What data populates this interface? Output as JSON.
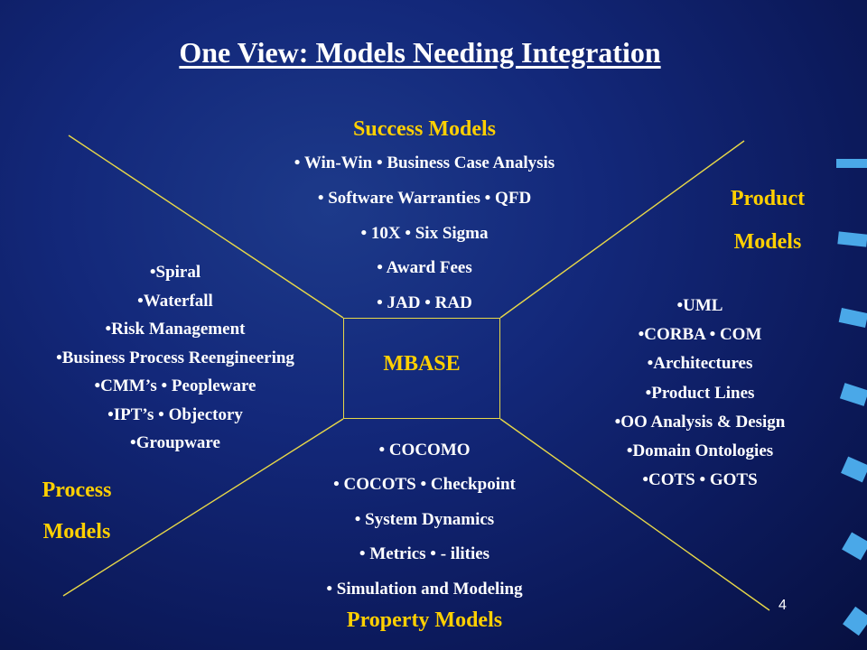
{
  "title": "One View: Models Needing Integration",
  "center_label": "MBASE",
  "success": {
    "heading": "Success Models",
    "items": [
      "• Win-Win • Business Case Analysis",
      "• Software Warranties • QFD",
      "• 10X • Six Sigma",
      "• Award Fees",
      "• JAD • RAD"
    ]
  },
  "product": {
    "heading_line1": "Product",
    "heading_line2": "Models",
    "items": [
      "•UML",
      "•CORBA • COM",
      "•Architectures",
      "•Product Lines",
      "•OO Analysis & Design",
      "•Domain Ontologies",
      "•COTS • GOTS"
    ]
  },
  "process": {
    "heading_line1": "Process",
    "heading_line2": "Models",
    "items": [
      "•Spiral",
      "•Waterfall",
      "•Risk Management",
      "•Business Process Reengineering",
      "•CMM’s • Peopleware",
      "•IPT’s • Objectory",
      "•Groupware"
    ]
  },
  "property": {
    "heading": "Property Models",
    "items": [
      "• COCOMO",
      "• COCOTS • Checkpoint",
      "• System Dynamics",
      "• Metrics • - ilities",
      "• Simulation and Modeling"
    ]
  },
  "page_number": "4",
  "colors": {
    "background": "#13287a",
    "heading": "#ffd000",
    "text": "#ffffff",
    "lines": "#e8d848"
  }
}
